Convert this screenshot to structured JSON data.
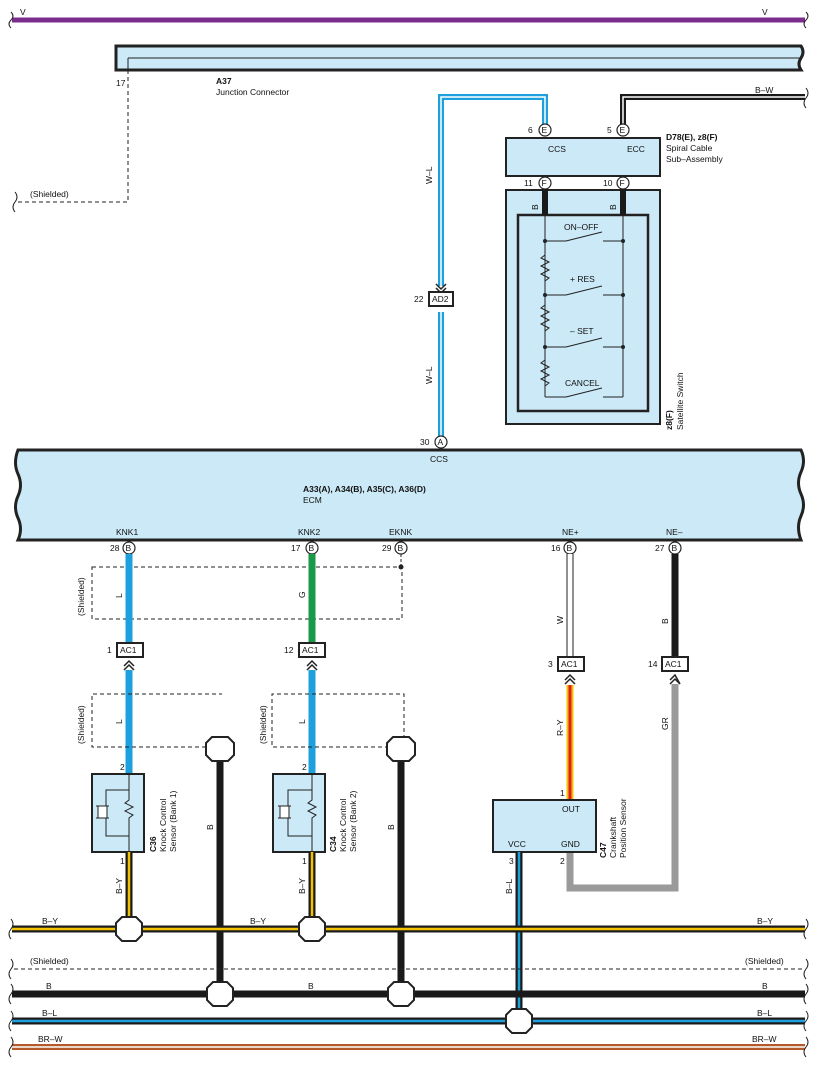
{
  "buses": {
    "top_v_left": "V",
    "top_v_right": "V",
    "by_left": "B–Y",
    "by_mid": "B–Y",
    "by_right": "B–Y",
    "shielded_left": "(Shielded)",
    "shielded_right": "(Shielded)",
    "b_left": "B",
    "b_mid": "B",
    "b_right": "B",
    "bl_left": "B–L",
    "bl_right": "B–L",
    "brw_left": "BR–W",
    "brw_right": "BR–W"
  },
  "a37": {
    "pin": "17",
    "code": "A37",
    "name": "Junction Connector",
    "shielded": "(Shielded)"
  },
  "spiral": {
    "code": "D78(E), z8(F)",
    "name1": "Spiral Cable",
    "name2": "Sub–Assembly",
    "pin_ccs": "6",
    "pin_ecc": "5",
    "term_ccs": "E",
    "term_ecc": "E",
    "label_ccs": "CCS",
    "label_ecc": "ECC",
    "pin_f1": "11",
    "pin_f2": "10",
    "term_f1": "F",
    "term_f2": "F",
    "wire_bw": "B–W"
  },
  "satellite": {
    "code": "z8(F)",
    "name": "Satellite Switch",
    "wire_b1": "B",
    "wire_b2": "B",
    "on_off": "ON–OFF",
    "res": "+ RES",
    "set": "– SET",
    "cancel": "CANCEL"
  },
  "ad2": {
    "pin": "22",
    "label": "AD2",
    "wire_wl_upper": "W–L",
    "wire_wl_lower": "W–L"
  },
  "ecm": {
    "code": "A33(A), A34(B), A35(C), A36(D)",
    "name": "ECM",
    "pin_ccs": "30",
    "term_ccs": "A",
    "label_ccs": "CCS",
    "knk1": "KNK1",
    "knk2": "KNK2",
    "eknk": "EKNK",
    "nep": "NE+",
    "nem": "NE–",
    "pin_knk1": "28",
    "pin_knk2": "17",
    "pin_eknk": "29",
    "pin_nep": "16",
    "pin_nem": "27",
    "term": "B"
  },
  "ac1": {
    "label": "AC1",
    "pin1": "1",
    "pin2": "12",
    "pin3": "3",
    "pin4": "14"
  },
  "wires": {
    "l1": "L",
    "g": "G",
    "w": "W",
    "b_ne": "B",
    "l2": "L",
    "l3": "L",
    "ry": "R–Y",
    "gr": "GR",
    "b1": "B",
    "b2": "B",
    "by1": "B–Y",
    "by2": "B–Y",
    "bl": "B–L"
  },
  "shields": {
    "s1": "(Shielded)",
    "s2": "(Shielded)",
    "s3": "(Shielded)"
  },
  "c36": {
    "code": "C36",
    "name1": "Knock Control",
    "name2": "Sensor (Bank 1)",
    "pin_top": "2",
    "pin_bot": "1"
  },
  "c34": {
    "code": "C34",
    "name1": "Knock Control",
    "name2": "Sensor (Bank 2)",
    "pin_top": "2",
    "pin_bot": "1"
  },
  "c47": {
    "code": "C47",
    "name1": "Crankshaft",
    "name2": "Position Sensor",
    "out": "OUT",
    "vcc": "VCC",
    "gnd": "GND",
    "pin_out": "1",
    "pin_vcc": "3",
    "pin_gnd": "2"
  },
  "colors": {
    "violet": "#7b2d8e",
    "blue": "#1ea0dc",
    "green": "#1a9a48",
    "yellow": "#f2c200",
    "red": "#e02020",
    "grey": "#9a9a9a",
    "brown": "#b45a2a",
    "box": "#cce9f7",
    "black": "#1a1a1a"
  }
}
